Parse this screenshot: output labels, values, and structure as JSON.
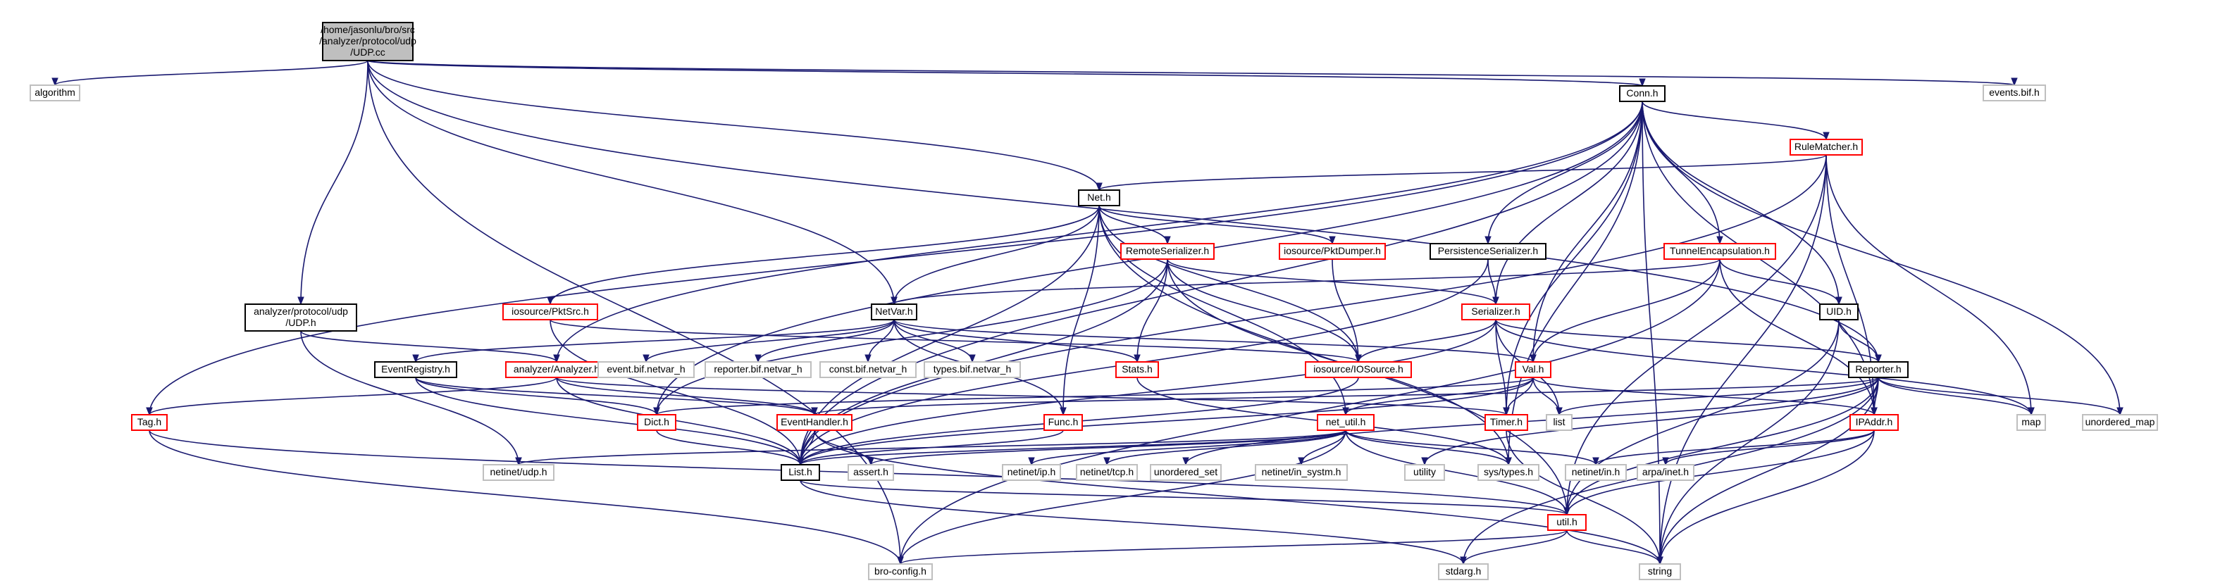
{
  "graph": {
    "nodes": [
      {
        "id": "udp_cc",
        "lines": [
          "/home/jasonlu/bro/src",
          "/analyzer/protocol/udp",
          "/UDP.cc"
        ],
        "style": "root"
      },
      {
        "id": "algorithm",
        "lines": [
          "algorithm"
        ],
        "style": "gray"
      },
      {
        "id": "events_bif",
        "lines": [
          "events.bif.h"
        ],
        "style": "gray"
      },
      {
        "id": "conn_h",
        "lines": [
          "Conn.h"
        ],
        "style": "std"
      },
      {
        "id": "rulematcher_h",
        "lines": [
          "RuleMatcher.h"
        ],
        "style": "red"
      },
      {
        "id": "net_h",
        "lines": [
          "Net.h"
        ],
        "style": "std"
      },
      {
        "id": "remoteserializer_h",
        "lines": [
          "RemoteSerializer.h"
        ],
        "style": "red"
      },
      {
        "id": "pktdumper_h",
        "lines": [
          "iosource/PktDumper.h"
        ],
        "style": "red"
      },
      {
        "id": "persistserializer_h",
        "lines": [
          "PersistenceSerializer.h"
        ],
        "style": "std"
      },
      {
        "id": "tunnelencap_h",
        "lines": [
          "TunnelEncapsulation.h"
        ],
        "style": "red"
      },
      {
        "id": "udp_h",
        "lines": [
          "analyzer/protocol/udp",
          "/UDP.h"
        ],
        "style": "std"
      },
      {
        "id": "pktsrc_h",
        "lines": [
          "iosource/PktSrc.h"
        ],
        "style": "red"
      },
      {
        "id": "netvar_h",
        "lines": [
          "NetVar.h"
        ],
        "style": "std"
      },
      {
        "id": "serializer_h",
        "lines": [
          "Serializer.h"
        ],
        "style": "red"
      },
      {
        "id": "uid_h",
        "lines": [
          "UID.h"
        ],
        "style": "std"
      },
      {
        "id": "eventregistry_h",
        "lines": [
          "EventRegistry.h"
        ],
        "style": "std"
      },
      {
        "id": "analyzer_h",
        "lines": [
          "analyzer/Analyzer.h"
        ],
        "style": "red"
      },
      {
        "id": "event_bif",
        "lines": [
          "event.bif.netvar_h"
        ],
        "style": "gray"
      },
      {
        "id": "reporter_bif",
        "lines": [
          "reporter.bif.netvar_h"
        ],
        "style": "gray"
      },
      {
        "id": "const_bif",
        "lines": [
          "const.bif.netvar_h"
        ],
        "style": "gray"
      },
      {
        "id": "types_bif",
        "lines": [
          "types.bif.netvar_h"
        ],
        "style": "gray"
      },
      {
        "id": "stats_h",
        "lines": [
          "Stats.h"
        ],
        "style": "red"
      },
      {
        "id": "iosource_h",
        "lines": [
          "iosource/IOSource.h"
        ],
        "style": "red"
      },
      {
        "id": "val_h",
        "lines": [
          "Val.h"
        ],
        "style": "red"
      },
      {
        "id": "reporter_h",
        "lines": [
          "Reporter.h"
        ],
        "style": "std"
      },
      {
        "id": "tag_h",
        "lines": [
          "Tag.h"
        ],
        "style": "red"
      },
      {
        "id": "dict_h",
        "lines": [
          "Dict.h"
        ],
        "style": "red"
      },
      {
        "id": "eventhandler_h",
        "lines": [
          "EventHandler.h"
        ],
        "style": "red"
      },
      {
        "id": "func_h",
        "lines": [
          "Func.h"
        ],
        "style": "red"
      },
      {
        "id": "net_util_h",
        "lines": [
          "net_util.h"
        ],
        "style": "red"
      },
      {
        "id": "timer_h",
        "lines": [
          "Timer.h"
        ],
        "style": "red"
      },
      {
        "id": "list",
        "lines": [
          "list"
        ],
        "style": "gray"
      },
      {
        "id": "ipaddr_h",
        "lines": [
          "IPAddr.h"
        ],
        "style": "red"
      },
      {
        "id": "map",
        "lines": [
          "map"
        ],
        "style": "gray"
      },
      {
        "id": "unordered_map",
        "lines": [
          "unordered_map"
        ],
        "style": "gray"
      },
      {
        "id": "netinet_udp",
        "lines": [
          "netinet/udp.h"
        ],
        "style": "gray"
      },
      {
        "id": "list_h",
        "lines": [
          "List.h"
        ],
        "style": "std"
      },
      {
        "id": "assert_h",
        "lines": [
          "assert.h"
        ],
        "style": "gray"
      },
      {
        "id": "netinet_ip",
        "lines": [
          "netinet/ip.h"
        ],
        "style": "gray"
      },
      {
        "id": "netinet_tcp",
        "lines": [
          "netinet/tcp.h"
        ],
        "style": "gray"
      },
      {
        "id": "unordered_set",
        "lines": [
          "unordered_set"
        ],
        "style": "gray"
      },
      {
        "id": "netinet_systm",
        "lines": [
          "netinet/in_systm.h"
        ],
        "style": "gray"
      },
      {
        "id": "utility",
        "lines": [
          "utility"
        ],
        "style": "gray"
      },
      {
        "id": "sys_types",
        "lines": [
          "sys/types.h"
        ],
        "style": "gray"
      },
      {
        "id": "netinet_in",
        "lines": [
          "netinet/in.h"
        ],
        "style": "gray"
      },
      {
        "id": "arpa_inet",
        "lines": [
          "arpa/inet.h"
        ],
        "style": "gray"
      },
      {
        "id": "util_h",
        "lines": [
          "util.h"
        ],
        "style": "red"
      },
      {
        "id": "bro_config",
        "lines": [
          "bro-config.h"
        ],
        "style": "gray"
      },
      {
        "id": "stdarg_h",
        "lines": [
          "stdarg.h"
        ],
        "style": "gray"
      },
      {
        "id": "string",
        "lines": [
          "string"
        ],
        "style": "gray"
      }
    ],
    "edges": [
      [
        "udp_cc",
        "algorithm"
      ],
      [
        "udp_cc",
        "events_bif"
      ],
      [
        "udp_cc",
        "conn_h"
      ],
      [
        "udp_cc",
        "net_h"
      ],
      [
        "udp_cc",
        "udp_h"
      ],
      [
        "udp_cc",
        "netvar_h"
      ],
      [
        "udp_cc",
        "bro_config"
      ],
      [
        "udp_cc",
        "reporter_h"
      ],
      [
        "conn_h",
        "tag_h"
      ],
      [
        "conn_h",
        "analyzer_h"
      ],
      [
        "conn_h",
        "dict_h"
      ],
      [
        "conn_h",
        "val_h"
      ],
      [
        "conn_h",
        "timer_h"
      ],
      [
        "conn_h",
        "serializer_h"
      ],
      [
        "conn_h",
        "persistserializer_h"
      ],
      [
        "conn_h",
        "rulematcher_h"
      ],
      [
        "conn_h",
        "tunnelencap_h"
      ],
      [
        "conn_h",
        "uid_h"
      ],
      [
        "conn_h",
        "ipaddr_h"
      ],
      [
        "conn_h",
        "string"
      ],
      [
        "conn_h",
        "unordered_map"
      ],
      [
        "conn_h",
        "sys_types"
      ],
      [
        "conn_h",
        "list_h"
      ],
      [
        "rulematcher_h",
        "net_h"
      ],
      [
        "rulematcher_h",
        "util_h"
      ],
      [
        "rulematcher_h",
        "ipaddr_h"
      ],
      [
        "rulematcher_h",
        "map"
      ],
      [
        "rulematcher_h",
        "string"
      ],
      [
        "rulematcher_h",
        "list_h"
      ],
      [
        "net_h",
        "netvar_h"
      ],
      [
        "net_h",
        "func_h"
      ],
      [
        "net_h",
        "remoteserializer_h"
      ],
      [
        "net_h",
        "pktdumper_h"
      ],
      [
        "net_h",
        "pktsrc_h"
      ],
      [
        "net_h",
        "iosource_h"
      ],
      [
        "net_h",
        "list_h"
      ],
      [
        "net_h",
        "util_h"
      ],
      [
        "net_h",
        "net_util_h"
      ],
      [
        "remoteserializer_h",
        "dict_h"
      ],
      [
        "remoteserializer_h",
        "list_h"
      ],
      [
        "remoteserializer_h",
        "serializer_h"
      ],
      [
        "remoteserializer_h",
        "iosource_h"
      ],
      [
        "remoteserializer_h",
        "stats_h"
      ],
      [
        "remoteserializer_h",
        "sys_types"
      ],
      [
        "pktdumper_h",
        "iosource_h"
      ],
      [
        "persistserializer_h",
        "serializer_h"
      ],
      [
        "persistserializer_h",
        "list_h"
      ],
      [
        "tunnelencap_h",
        "netvar_h"
      ],
      [
        "tunnelencap_h",
        "ipaddr_h"
      ],
      [
        "tunnelencap_h",
        "val_h"
      ],
      [
        "tunnelencap_h",
        "uid_h"
      ],
      [
        "tunnelencap_h",
        "bro_config"
      ],
      [
        "udp_h",
        "analyzer_h"
      ],
      [
        "udp_h",
        "netinet_udp"
      ],
      [
        "pktsrc_h",
        "iosource_h"
      ],
      [
        "pktsrc_h",
        "list_h"
      ],
      [
        "netvar_h",
        "eventregistry_h"
      ],
      [
        "netvar_h",
        "val_h"
      ],
      [
        "netvar_h",
        "func_h"
      ],
      [
        "netvar_h",
        "stats_h"
      ],
      [
        "netvar_h",
        "event_bif"
      ],
      [
        "netvar_h",
        "reporter_bif"
      ],
      [
        "netvar_h",
        "const_bif"
      ],
      [
        "netvar_h",
        "types_bif"
      ],
      [
        "serializer_h",
        "reporter_h"
      ],
      [
        "serializer_h",
        "iosource_h"
      ],
      [
        "serializer_h",
        "timer_h"
      ],
      [
        "serializer_h",
        "list"
      ],
      [
        "serializer_h",
        "map"
      ],
      [
        "serializer_h",
        "list_h"
      ],
      [
        "uid_h",
        "reporter_h"
      ],
      [
        "uid_h",
        "util_h"
      ],
      [
        "uid_h",
        "string"
      ],
      [
        "eventregistry_h",
        "dict_h"
      ],
      [
        "eventregistry_h",
        "eventhandler_h"
      ],
      [
        "eventregistry_h",
        "list_h"
      ],
      [
        "analyzer_h",
        "tag_h"
      ],
      [
        "analyzer_h",
        "eventhandler_h"
      ],
      [
        "analyzer_h",
        "timer_h"
      ],
      [
        "analyzer_h",
        "list_h"
      ],
      [
        "stats_h",
        "sys_types"
      ],
      [
        "iosource_h",
        "list_h"
      ],
      [
        "val_h",
        "dict_h"
      ],
      [
        "val_h",
        "timer_h"
      ],
      [
        "val_h",
        "ipaddr_h"
      ],
      [
        "val_h",
        "list"
      ],
      [
        "val_h",
        "net_util_h"
      ],
      [
        "val_h",
        "list_h"
      ],
      [
        "reporter_h",
        "ipaddr_h"
      ],
      [
        "reporter_h",
        "list"
      ],
      [
        "reporter_h",
        "map"
      ],
      [
        "reporter_h",
        "unordered_map"
      ],
      [
        "reporter_h",
        "utility"
      ],
      [
        "reporter_h",
        "string"
      ],
      [
        "reporter_h",
        "stdarg_h"
      ],
      [
        "reporter_h",
        "util_h"
      ],
      [
        "reporter_h",
        "eventhandler_h"
      ],
      [
        "reporter_h",
        "unordered_set"
      ],
      [
        "tag_h",
        "util_h"
      ],
      [
        "tag_h",
        "bro_config"
      ],
      [
        "dict_h",
        "list_h"
      ],
      [
        "eventhandler_h",
        "list_h"
      ],
      [
        "eventhandler_h",
        "assert_h"
      ],
      [
        "eventhandler_h",
        "string"
      ],
      [
        "func_h",
        "list_h"
      ],
      [
        "net_util_h",
        "bro_config"
      ],
      [
        "net_util_h",
        "netinet_ip"
      ],
      [
        "net_util_h",
        "netinet_tcp"
      ],
      [
        "net_util_h",
        "netinet_udp"
      ],
      [
        "net_util_h",
        "netinet_systm"
      ],
      [
        "net_util_h",
        "assert_h"
      ],
      [
        "net_util_h",
        "sys_types"
      ],
      [
        "net_util_h",
        "netinet_in"
      ],
      [
        "net_util_h",
        "util_h"
      ],
      [
        "net_util_h",
        "list_h"
      ],
      [
        "timer_h",
        "string"
      ],
      [
        "ipaddr_h",
        "util_h"
      ],
      [
        "ipaddr_h",
        "arpa_inet"
      ],
      [
        "ipaddr_h",
        "string"
      ],
      [
        "ipaddr_h",
        "netinet_in"
      ],
      [
        "list_h",
        "util_h"
      ],
      [
        "list_h",
        "stdarg_h"
      ],
      [
        "util_h",
        "bro_config"
      ],
      [
        "util_h",
        "stdarg_h"
      ],
      [
        "util_h",
        "string"
      ]
    ]
  }
}
